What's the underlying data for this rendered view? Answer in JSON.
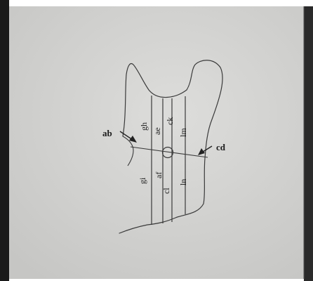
{
  "labels": {
    "ab": "ab",
    "cd": "cd",
    "gh": "gh",
    "ae": "ae",
    "ck": "ck",
    "lm": "lm",
    "gi": "gi",
    "af": "af",
    "cl": "cl",
    "ln": "ln"
  },
  "colors": {
    "paper": "#d6d6d4",
    "frame": "#222222",
    "ink": "#333333"
  }
}
